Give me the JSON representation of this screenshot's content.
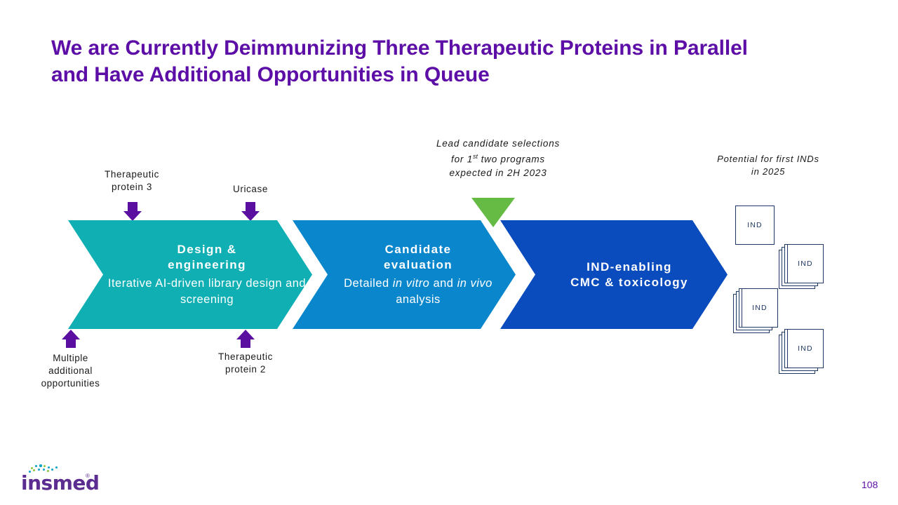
{
  "slide": {
    "title": "We are Currently Deimmunizing Three Therapeutic Proteins in Parallel and Have Additional Opportunities in Queue",
    "page_number": "108",
    "title_color": "#5C0EA6",
    "background": "#ffffff"
  },
  "callouts": {
    "lead_candidate": {
      "line1": "Lead candidate selections",
      "line2_pre": "for 1",
      "line2_sup": "st",
      "line2_post": " two programs",
      "line3": "expected in 2H 2023",
      "marker_color": "#66BB44"
    },
    "potential_inds": {
      "line1": "Potential for first INDs",
      "line2": "in 2025"
    }
  },
  "stage_labels": {
    "therapeutic_protein_3": "Therapeutic\nprotein 3",
    "uricase": "Uricase",
    "multiple_additional": "Multiple\nadditional\nopportunities",
    "therapeutic_protein_2": "Therapeutic\nprotein 2",
    "arrow_color": "#5B0FA0"
  },
  "process": {
    "steps": [
      {
        "id": "design-engineering",
        "title": "Design &\nengineering",
        "subtitle_plain_1": "Iterative AI-driven library design and screening",
        "color": "#0FAFB4"
      },
      {
        "id": "candidate-evaluation",
        "title": "Candidate\nevaluation",
        "sub_pre": "Detailed ",
        "sub_em1": "in vitro",
        "sub_mid": " and ",
        "sub_em2": "in vivo",
        "sub_post": " analysis",
        "color": "#0A86CC"
      },
      {
        "id": "ind-enabling",
        "title": "IND-enabling\nCMC & toxicology",
        "color": "#0A4BBE"
      }
    ]
  },
  "documents": {
    "label": "IND",
    "border_color": "#1F3864",
    "items": [
      {
        "id": "ind-doc-1",
        "label": "IND",
        "pages": 1
      },
      {
        "id": "ind-doc-2",
        "label": "IND",
        "pages": 4
      },
      {
        "id": "ind-doc-3",
        "label": "IND",
        "pages": 4
      },
      {
        "id": "ind-doc-4",
        "label": "IND",
        "pages": 4
      }
    ]
  },
  "logo": {
    "text": "insmed",
    "trademark": "®",
    "color": "#5B2D90"
  }
}
